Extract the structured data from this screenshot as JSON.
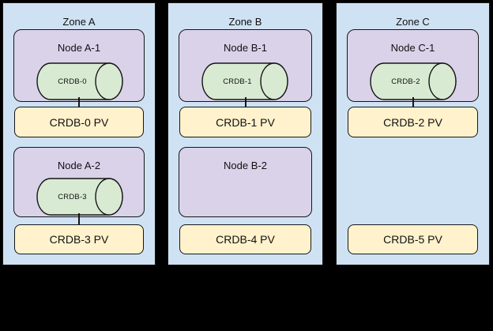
{
  "palette": {
    "background": "#000000",
    "zone_fill": "#cfe2f3",
    "node_fill": "#d9d2e9",
    "cylinder_fill": "#d9ead3",
    "pv_fill": "#fff2cc",
    "border": "#161616"
  },
  "zones": [
    {
      "label": "Zone A",
      "nodes": [
        {
          "label": "Node A-1",
          "cylinder": "CRDB-0"
        },
        {
          "label": "Node A-2",
          "cylinder": "CRDB-3"
        }
      ],
      "pvs": [
        "CRDB-0 PV",
        "CRDB-3 PV"
      ]
    },
    {
      "label": "Zone B",
      "nodes": [
        {
          "label": "Node B-1",
          "cylinder": "CRDB-1"
        },
        {
          "label": "Node B-2"
        }
      ],
      "pvs": [
        "CRDB-1 PV",
        "CRDB-4 PV"
      ]
    },
    {
      "label": "Zone C",
      "nodes": [
        {
          "label": "Node C-1",
          "cylinder": "CRDB-2"
        }
      ],
      "pvs": [
        "CRDB-2 PV",
        "CRDB-5 PV"
      ]
    }
  ]
}
